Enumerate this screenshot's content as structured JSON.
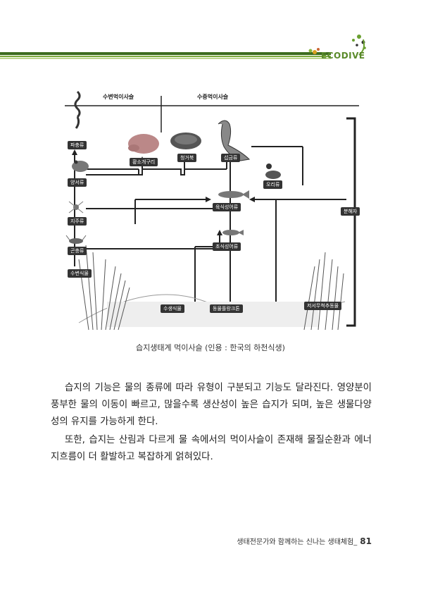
{
  "header": {
    "brand": "ECODIVE"
  },
  "diagram": {
    "left_header": "수변먹이사슬",
    "right_header": "수중먹이사슬",
    "labels": {
      "snake": "파충류",
      "amphibian": "양서류",
      "spider": "지주류",
      "insect": "곤충류",
      "plants": "수변식물",
      "frog": "황소개구리",
      "turtle": "청거북",
      "bird": "섭금류",
      "duck": "오리류",
      "fish": "육식성어류",
      "small_fish": "초식성어류",
      "decomposer": "분해자",
      "benthic": "저서무척추동물",
      "water_plant": "수생식물",
      "plankton": "동물플랑크톤"
    }
  },
  "caption": "습지생태계 먹이사슬 (인용 : 한국의 하천식생)",
  "paragraphs": [
    "습지의 기능은 물의 종류에 따라 유형이 구분되고 기능도 달라진다. 영양분이 풍부한 물의 이동이 빠르고, 많을수록 생산성이 높은 습지가 되며, 높은 생물다양성의 유지를 가능하게 한다.",
    "또한, 습지는 산림과 다르게 물 속에서의 먹이사슬이 존재해 물질순환과 에너지흐름이 더 활발하고 복잡하게 얽혀있다."
  ],
  "footer": {
    "text": "생태전문가와 함께하는 신나는 생태체험_",
    "page": "81"
  }
}
